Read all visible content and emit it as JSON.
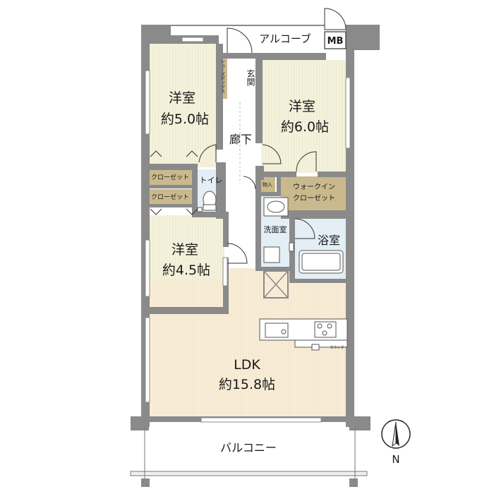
{
  "rooms": {
    "bedroom_north_west": {
      "name": "洋室",
      "size": "約5.0帖"
    },
    "bedroom_north_east": {
      "name": "洋室",
      "size": "約6.0帖"
    },
    "bedroom_south_west": {
      "name": "洋室",
      "size": "約4.5帖"
    },
    "ldk": {
      "name": "LDK",
      "size": "約15.8帖"
    },
    "bath": {
      "name": "浴室"
    },
    "washroom": {
      "name": "洗面室"
    },
    "toilet": {
      "name": "トイレ"
    },
    "corridor": {
      "name": "廊下"
    },
    "entrance": {
      "name": "玄関"
    },
    "alcove": {
      "name": "アルコーブ"
    },
    "balcony": {
      "name": "バルコニー"
    }
  },
  "storage": {
    "shoe_box": "シューズボックス",
    "closet_1": "クローゼット",
    "closet_2": "クローゼット",
    "walk_in_line1": "ウォークイン",
    "walk_in_line2": "クローゼット",
    "mono_ire": "物入",
    "counter": "カウンター",
    "meter_box": "MB"
  },
  "compass": {
    "label": "N"
  },
  "colors": {
    "wall": "#8a8a8a",
    "bedroom_fill": "#f4f2dc",
    "ldk_fill": "#f8ecd6",
    "wet_fill": "#e3eef5",
    "closet_fill": "#c9b98c",
    "corridor_fill": "#ffffff"
  }
}
